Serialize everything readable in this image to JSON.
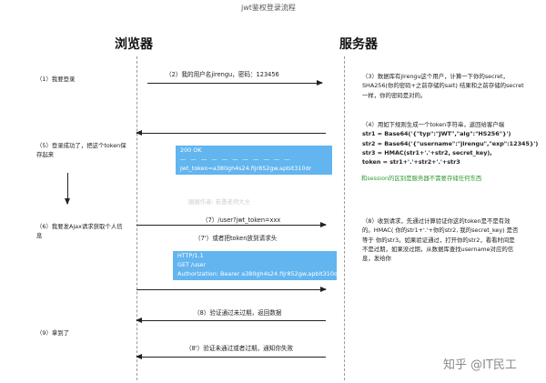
{
  "title": "jwt鉴权登录流程",
  "columns": {
    "browser": "浏览器",
    "server": "服务器"
  },
  "browser_steps": {
    "s1": "（1）我要登录",
    "s5": "（5）登录成功了，把这个token保存起来",
    "s6": "（6）我要发Ajax请求获取个人信息",
    "s9": "（9）拿到了"
  },
  "messages": {
    "m2": "（2）我的用户名jirengu，密码：123456",
    "m7": "（7）/user?jwt_token=xxx",
    "m7b": "（7'）或者把token放到请求头",
    "m8": "（8）验证通过未过期，返回数据",
    "m8b": "（8'）验证未通过或者过期，通知你失败"
  },
  "response_box": {
    "line1": "200 OK",
    "line2": "— — — — — — — — — — —",
    "line3": "jwt_token=a380gh4s24.fijr852gw.apbit310dr"
  },
  "request_box": {
    "line1": "HTTP/1.1",
    "line2": "GET /user",
    "line3": "Authorization: Bearer a380gh4s24.fijr852gw.apbit310d"
  },
  "server_notes": {
    "n3": "（3）数据库有jirengu这个用户，计算一下你的secret，SHA256(你的密码+之前存储的salt) 结果和之前存储的secret一样，你的密码是对的。",
    "n4_head": "（4）用如下规则生成一个token字符串，返回给客户端",
    "n4_l1": "str1 = Base64('{\"typ\":\"JWT\",\"alg\":\"HS256\"}')",
    "n4_l2": "str2 = Base64('{\"username\":\"jirengu\",\"exp\":12345}')",
    "n4_l3": "str3 = HMAC(str1+'.'+str2, secret_key),",
    "n4_l4": "token = str1+'.'+str2+'.'+str3",
    "green_note": "和session的区别是服务器不需要存储任何东西",
    "n8": "（8）收到请求，先通过计算验证你这的token是不是有效的。HMAC( 你的str1+'.'+你的str2, 我的secret_key) 是否等于 你的str3。如果验证通过，打开你的str2，看看时间是不是过期，如果没过期，从数据库查找username对应的信息，发给你"
  },
  "faint_text": "圈圈作者: 若愚老师大头",
  "watermark": "知乎 @IT民工"
}
